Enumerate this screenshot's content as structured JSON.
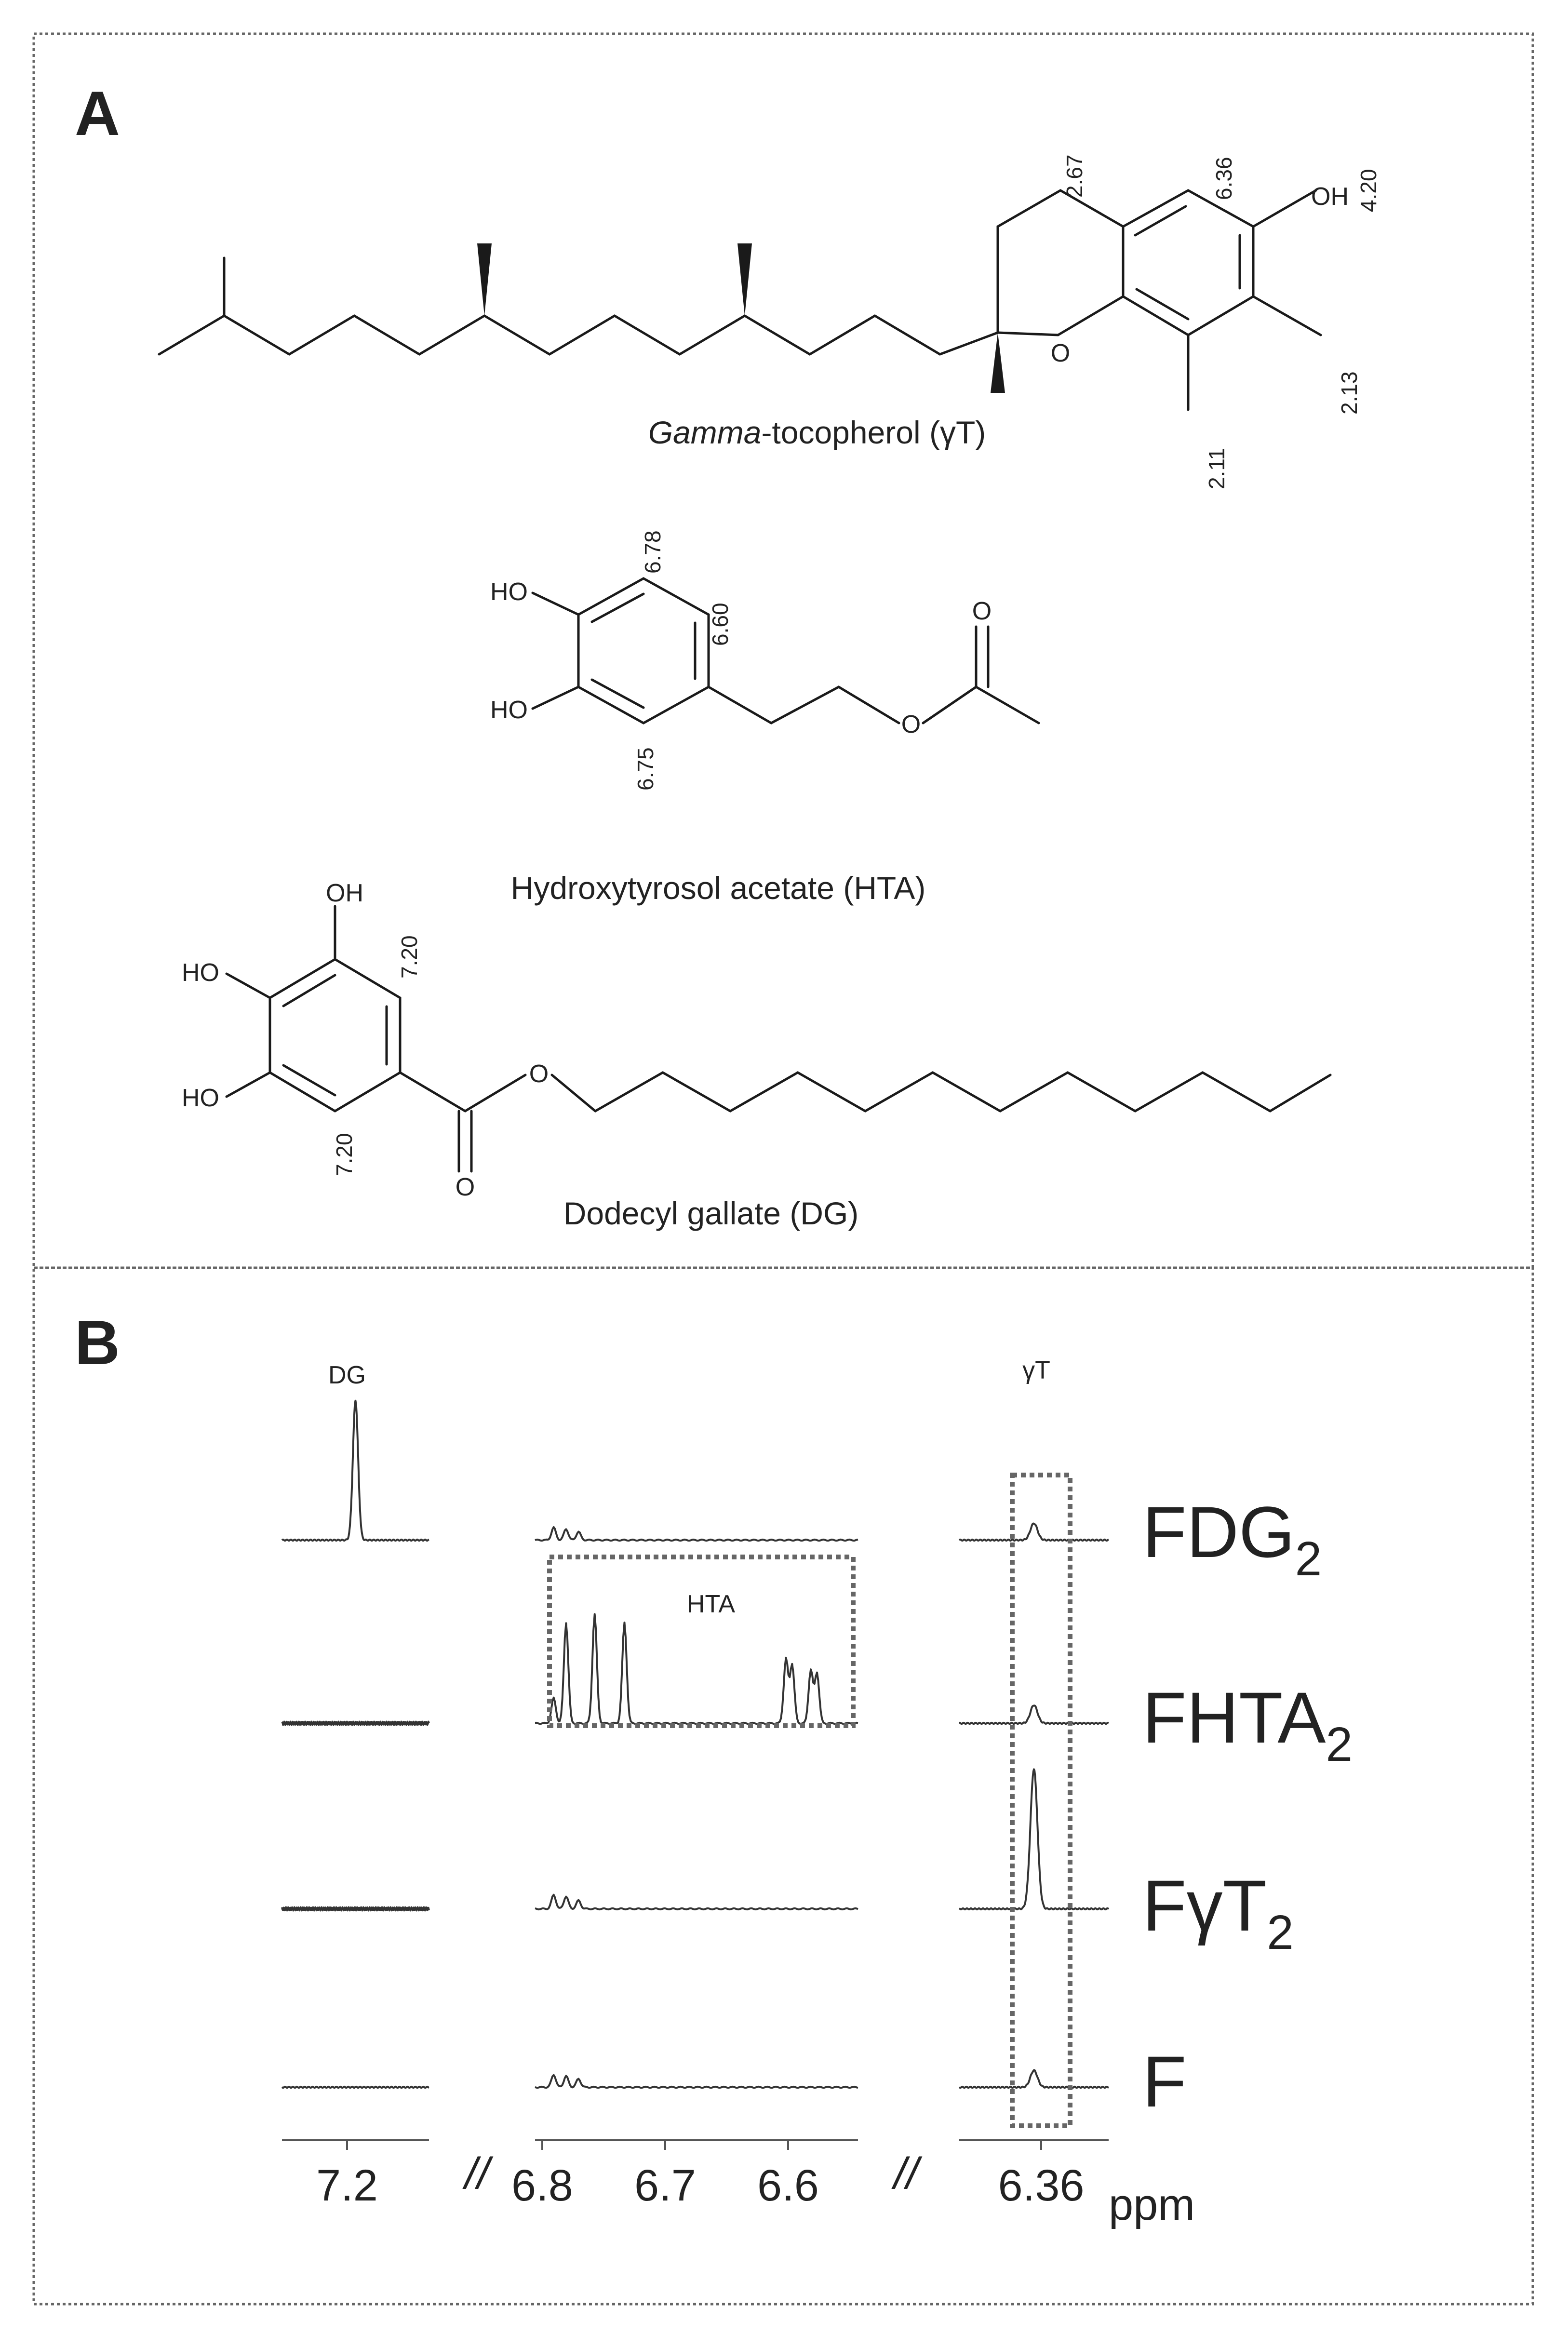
{
  "panel_a": {
    "label": "A",
    "gamma_tocopherol": {
      "name_italic": "Gamma",
      "name_rest": "-tocopherol (γT)",
      "shifts": {
        "h4": "2.67",
        "h5": "6.36",
        "oh": "4.20",
        "me7": "2.13",
        "me8": "2.11"
      },
      "atoms": {
        "ring_o": "O",
        "oh": "OH"
      }
    },
    "hydroxytyrosol_acetate": {
      "name": "Hydroxytyrosol acetate (HTA)",
      "shifts": {
        "h_a": "6.78",
        "h_b": "6.60",
        "h_c": "6.75"
      },
      "atoms": {
        "ho_top": "HO",
        "ho_bottom": "HO",
        "ester_o": "O",
        "carbonyl_o": "O"
      }
    },
    "dodecyl_gallate": {
      "name": "Dodecyl gallate (DG)",
      "shifts": {
        "h_top": "7.20",
        "h_bottom": "7.20"
      },
      "atoms": {
        "oh_top": "OH",
        "ho_mid": "HO",
        "ho_bottom": "HO",
        "ester_o": "O",
        "carbonyl_o": "O"
      }
    }
  },
  "panel_b": {
    "label": "B",
    "peak_labels": {
      "dg": "DG",
      "gt": "γT",
      "hta": "HTA"
    },
    "rows": [
      {
        "main": "FDG",
        "sub": "2"
      },
      {
        "main": "FHTA",
        "sub": "2"
      },
      {
        "main": "FγT",
        "sub": "2"
      },
      {
        "main": "F",
        "sub": ""
      }
    ],
    "axis": {
      "break_mark": "//",
      "ticks_dg": [
        "7.2"
      ],
      "ticks_hta": [
        "6.8",
        "6.7",
        "6.6"
      ],
      "ticks_gt": [
        "6.36"
      ],
      "unit": "ppm"
    }
  },
  "chart_data": {
    "type": "line",
    "title": "",
    "xlabel": "ppm",
    "ylabel": "",
    "x_reversed": true,
    "x_segments": [
      {
        "name": "DG region",
        "xlim": [
          7.28,
          7.12
        ],
        "ticks": [
          7.2
        ]
      },
      {
        "name": "HTA region",
        "xlim": [
          6.81,
          6.55
        ],
        "ticks": [
          6.8,
          6.7,
          6.6
        ]
      },
      {
        "name": "γT region",
        "xlim": [
          6.42,
          6.3
        ],
        "ticks": [
          6.36
        ]
      }
    ],
    "series": [
      {
        "name": "FDG2",
        "peaks": [
          {
            "ppm": 7.2,
            "intensity": 1.0,
            "region": "DG"
          },
          {
            "ppm": 6.795,
            "intensity": 0.09,
            "region": "HTA"
          },
          {
            "ppm": 6.785,
            "intensity": 0.08,
            "region": "HTA"
          },
          {
            "ppm": 6.775,
            "intensity": 0.06,
            "region": "HTA"
          },
          {
            "ppm": 6.36,
            "intensity": 0.12,
            "region": "γT"
          }
        ]
      },
      {
        "name": "FHTA2",
        "peaks": [
          {
            "ppm": 6.795,
            "intensity": 0.18,
            "region": "HTA"
          },
          {
            "ppm": 6.785,
            "intensity": 0.72,
            "region": "HTA"
          },
          {
            "ppm": 6.762,
            "intensity": 0.78,
            "region": "HTA"
          },
          {
            "ppm": 6.738,
            "intensity": 0.72,
            "region": "HTA"
          },
          {
            "ppm": 6.608,
            "intensity": 0.46,
            "region": "HTA"
          },
          {
            "ppm": 6.603,
            "intensity": 0.42,
            "region": "HTA"
          },
          {
            "ppm": 6.588,
            "intensity": 0.38,
            "region": "HTA"
          },
          {
            "ppm": 6.583,
            "intensity": 0.36,
            "region": "HTA"
          },
          {
            "ppm": 6.36,
            "intensity": 0.13,
            "region": "γT"
          }
        ]
      },
      {
        "name": "FγT2",
        "peaks": [
          {
            "ppm": 6.795,
            "intensity": 0.1,
            "region": "HTA"
          },
          {
            "ppm": 6.785,
            "intensity": 0.09,
            "region": "HTA"
          },
          {
            "ppm": 6.775,
            "intensity": 0.06,
            "region": "HTA"
          },
          {
            "ppm": 6.36,
            "intensity": 1.0,
            "region": "γT"
          }
        ]
      },
      {
        "name": "F",
        "peaks": [
          {
            "ppm": 6.795,
            "intensity": 0.09,
            "region": "HTA"
          },
          {
            "ppm": 6.785,
            "intensity": 0.08,
            "region": "HTA"
          },
          {
            "ppm": 6.775,
            "intensity": 0.06,
            "region": "HTA"
          },
          {
            "ppm": 6.36,
            "intensity": 0.12,
            "region": "γT"
          }
        ]
      }
    ]
  }
}
